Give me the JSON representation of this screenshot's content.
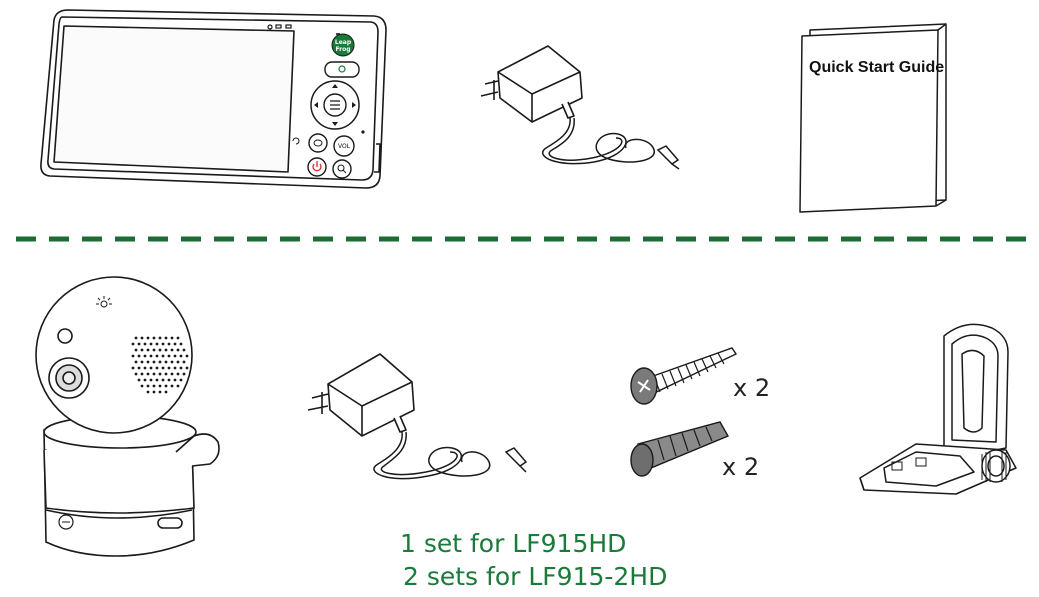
{
  "contents": {
    "quick_start_guide_title": "Quick Start Guide",
    "monitor_logo": "LeapFrog",
    "monitor_vol_label": "VOL",
    "screws_quantity": "x 2",
    "anchors_quantity": "x 2",
    "camera_set_note": {
      "line1": "1 set for LF915HD",
      "line2": "2 sets for LF915-2HD"
    }
  },
  "colors": {
    "accent_green": "#1a7a3a",
    "divider_green": "#1d6b35",
    "line_art": "#1a1a1a",
    "power_red": "#d9252a"
  },
  "icons": [
    "power-icon",
    "home-icon",
    "menu-icon",
    "zoom-icon",
    "back-arrow-icon",
    "chat-icon",
    "light-icon"
  ]
}
